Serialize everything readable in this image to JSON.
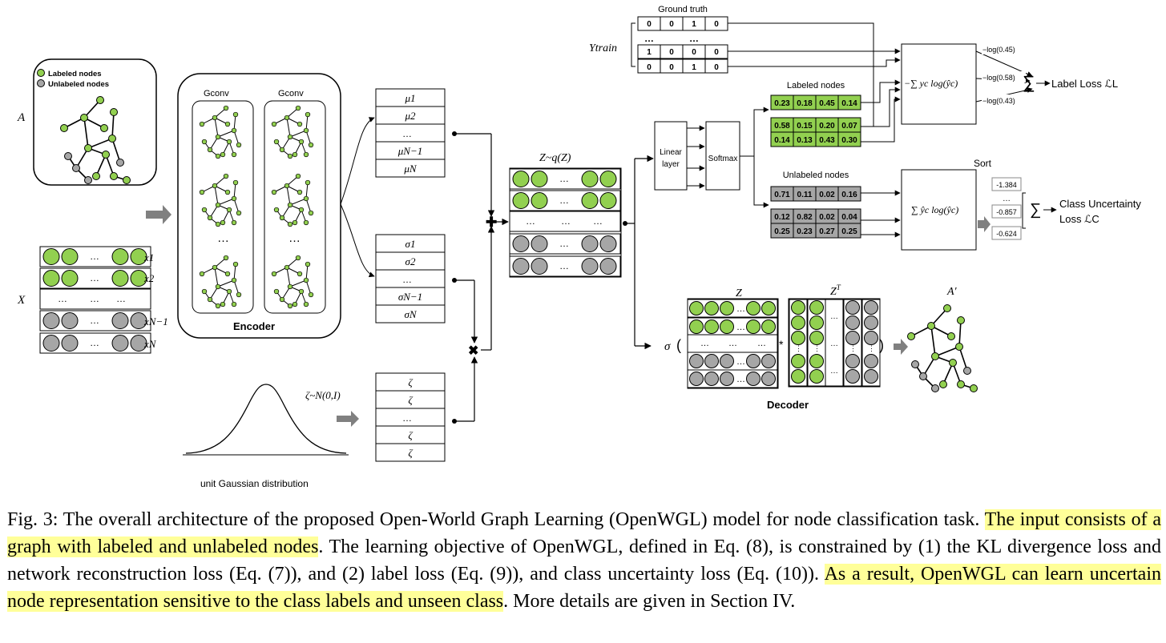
{
  "diagram": {
    "input": {
      "legend_labeled": "Labeled nodes",
      "legend_unlabeled": "Unlabeled nodes",
      "adj_label": "A",
      "feat_label": "X",
      "row_labels": [
        "x1",
        "x2",
        "xN−1",
        "xN"
      ]
    },
    "encoder": {
      "gconv1": "Gconv",
      "gconv2": "Gconv",
      "ellipsis": "…",
      "label": "Encoder"
    },
    "mu_box": [
      "μ1",
      "μ2",
      "…",
      "μN−1",
      "μN"
    ],
    "sigma_box": [
      "σ1",
      "σ2",
      "…",
      "σN−1",
      "σN"
    ],
    "zeta_box": [
      "ζ",
      "ζ",
      "…",
      "ζ",
      "ζ"
    ],
    "gaussian": {
      "label": "unit Gaussian distribution",
      "dist": "ζ~N(0,I)"
    },
    "latent": {
      "label": "Z~q(Z)"
    },
    "classifier": {
      "linear": [
        "Linear",
        "layer"
      ],
      "softmax": "Softmax",
      "ytrain": "Ytrain",
      "ground_truth_title": "Ground truth",
      "ground_truth": [
        [
          "0",
          "0",
          "1",
          "0"
        ],
        [
          "…",
          "",
          "…",
          ""
        ],
        [
          "1",
          "0",
          "0",
          "0"
        ],
        [
          "0",
          "0",
          "1",
          "0"
        ]
      ],
      "labeled_title": "Labeled nodes",
      "labeled": [
        [
          "0.23",
          "0.18",
          "0.45",
          "0.14"
        ],
        [
          "…",
          "",
          "…",
          ""
        ],
        [
          "0.58",
          "0.15",
          "0.20",
          "0.07"
        ],
        [
          "0.14",
          "0.13",
          "0.43",
          "0.30"
        ]
      ],
      "unlabeled_title": "Unlabeled nodes",
      "unlabeled": [
        [
          "0.71",
          "0.11",
          "0.02",
          "0.16"
        ],
        [
          "…",
          "",
          "…",
          ""
        ],
        [
          "0.12",
          "0.82",
          "0.02",
          "0.04"
        ],
        [
          "0.25",
          "0.23",
          "0.27",
          "0.25"
        ]
      ],
      "label_loss_formula": "−∑ yc log(ŷc)",
      "log_values": [
        "−log(0.45)",
        "−log(0.58)",
        "−log(0.43)"
      ],
      "label_loss": "Label Loss ℒL",
      "uncert_formula": "∑ ŷc log(ŷc)",
      "sort_label": "Sort",
      "sorted_values": [
        "-1.384",
        "…",
        "-0.857",
        "-0.624"
      ],
      "class_uncertainty": [
        "Class  Uncertainty",
        "Loss  ℒC"
      ]
    },
    "decoder": {
      "sigma": "σ",
      "z_label": "Z",
      "zt_label": "Z",
      "zt_sup": "T",
      "star": "*",
      "out_label": "A′",
      "label": "Decoder"
    },
    "colors": {
      "green": "#92d050",
      "gray": "#a6a6a6"
    }
  },
  "caption": {
    "part1": "Fig. 3: The overall architecture of the proposed Open-World Graph Learning (OpenWGL) model for node classification task. ",
    "hl1": "The input consists of a graph with labeled and unlabeled nodes",
    "part2": ". The learning objective of OpenWGL, defined in Eq. (8), is constrained by (1) the KL divergence loss and network reconstruction loss (Eq. (7)), and (2) label loss (Eq. (9)), and class uncertainty loss (Eq. (10)). ",
    "hl2": "As a result, OpenWGL can learn uncertain node representation sensitive to the class labels and unseen class",
    "part3": ". More details are given in Section IV."
  }
}
